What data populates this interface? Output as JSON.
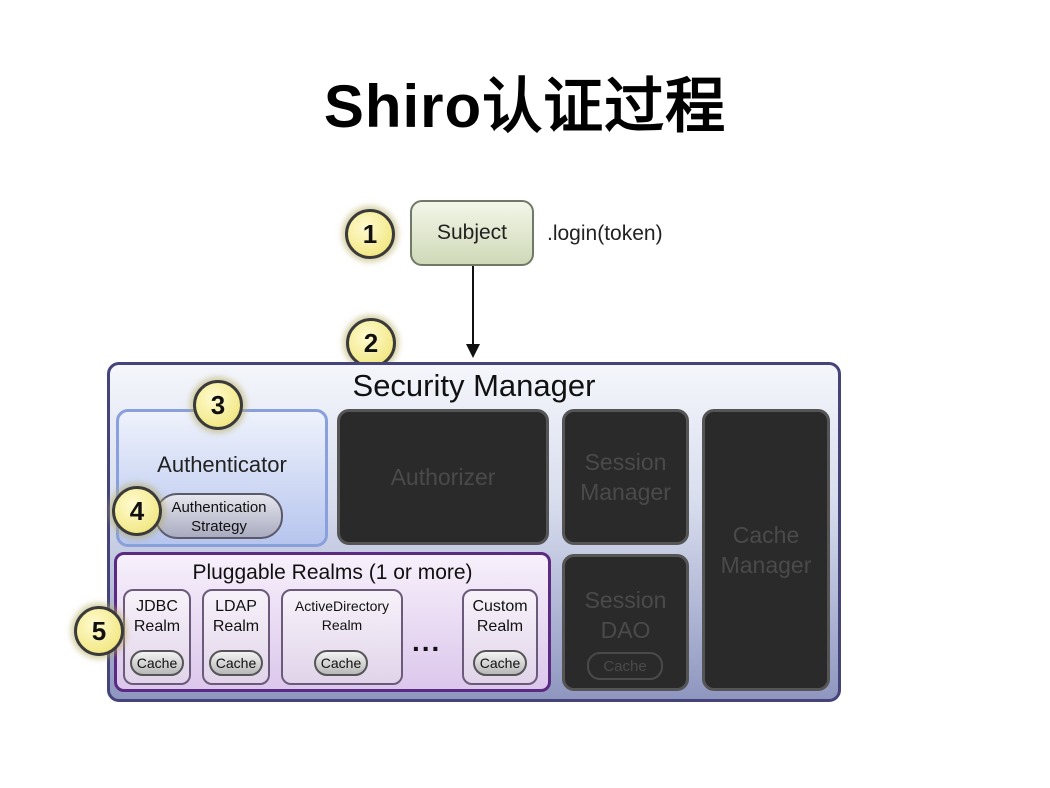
{
  "title": "Shiro认证过程",
  "subject": {
    "label": "Subject",
    "call": ".login(token)"
  },
  "steps": [
    "1",
    "2",
    "3",
    "4",
    "5"
  ],
  "security_manager": {
    "title": "Security Manager",
    "authenticator": "Authenticator",
    "strategy_line1": "Authentication",
    "strategy_line2": "Strategy",
    "authorizer": "Authorizer",
    "session_manager_line1": "Session",
    "session_manager_line2": "Manager",
    "session_dao_line1": "Session",
    "session_dao_line2": "DAO",
    "session_dao_cache": "Cache",
    "cache_manager_line1": "Cache",
    "cache_manager_line2": "Manager"
  },
  "realms": {
    "title": "Pluggable Realms (1 or more)",
    "items": [
      {
        "line1": "JDBC",
        "line2": "Realm",
        "cache": "Cache"
      },
      {
        "line1": "LDAP",
        "line2": "Realm",
        "cache": "Cache"
      },
      {
        "line1": "ActiveDirectory",
        "line2": "Realm",
        "cache": "Cache"
      },
      {
        "line1": "Custom",
        "line2": "Realm",
        "cache": "Cache"
      }
    ],
    "ellipsis": "..."
  },
  "colors": {
    "step_circle": "#f3e98a",
    "security_manager_border": "#44447a",
    "realms_border": "#5b2a82",
    "dark_component": "#2a2a2a"
  }
}
